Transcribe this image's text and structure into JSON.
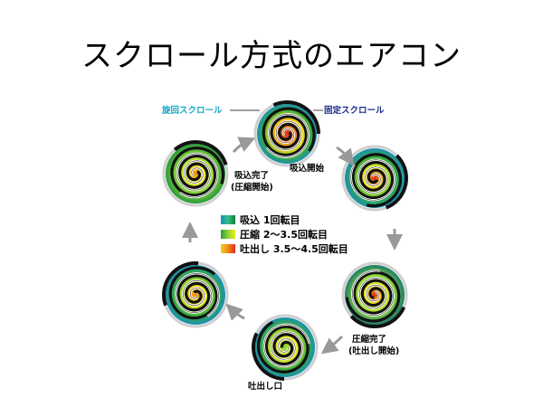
{
  "title": "スクロール方式のエアコン",
  "labels": {
    "orbiting_scroll": "旋回スクロール",
    "fixed_scroll": "固定スクロール",
    "suction_start": "吸込開始",
    "suction_complete_line1": "吸込完了",
    "suction_complete_line2": "(圧縮開始)",
    "compression_complete_line1": "圧縮完了",
    "compression_complete_line2": "(吐出し開始)",
    "discharge_port": "吐出し口"
  },
  "legend": [
    {
      "text": "吸込 1回転目",
      "colors": [
        "#1a8fb3",
        "#2ec08a",
        "#1a7a3a"
      ]
    },
    {
      "text": "圧縮 2〜3.5回転目",
      "colors": [
        "#2a9a3a",
        "#8fd63a",
        "#f0ea1a"
      ]
    },
    {
      "text": "吐出し 3.5〜4.5回転目",
      "colors": [
        "#f3d21a",
        "#f08a1a",
        "#e02a1a"
      ]
    }
  ],
  "colors": {
    "arrow": "#999999",
    "scroll": "#111111",
    "outer": "#cfcfcf"
  }
}
